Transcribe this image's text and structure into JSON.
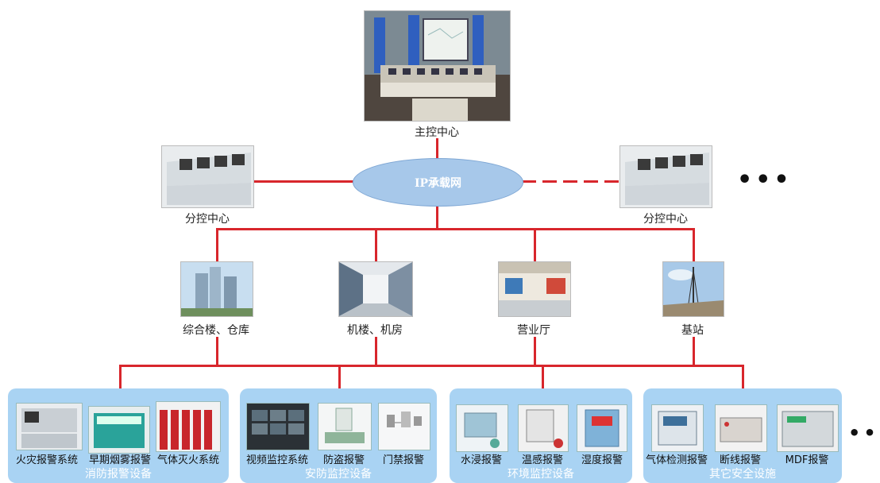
{
  "main_center": {
    "label": "主控中心"
  },
  "network": {
    "label": "IP承载网"
  },
  "sub_centers": [
    {
      "label": "分控中心"
    },
    {
      "label": "分控中心"
    }
  ],
  "sites": [
    {
      "label": "综合楼、仓库"
    },
    {
      "label": "机楼、机房"
    },
    {
      "label": "营业厅"
    },
    {
      "label": "基站"
    }
  ],
  "groups": [
    {
      "title": "消防报警设备",
      "devices": [
        "火灾报警系统",
        "早期烟雾报警",
        "气体灭火系统"
      ]
    },
    {
      "title": "安防监控设备",
      "devices": [
        "视频监控系统",
        "防盗报警",
        "门禁报警"
      ]
    },
    {
      "title": "环境监控设备",
      "devices": [
        "水浸报警",
        "温感报警",
        "湿度报警"
      ]
    },
    {
      "title": "其它安全设施",
      "devices": [
        "气体检测报警",
        "断线报警",
        "MDF报警"
      ]
    }
  ],
  "colors": {
    "line": "#d8262c",
    "panel": "#a9d3f3",
    "cloud": "#a7c8ea"
  }
}
